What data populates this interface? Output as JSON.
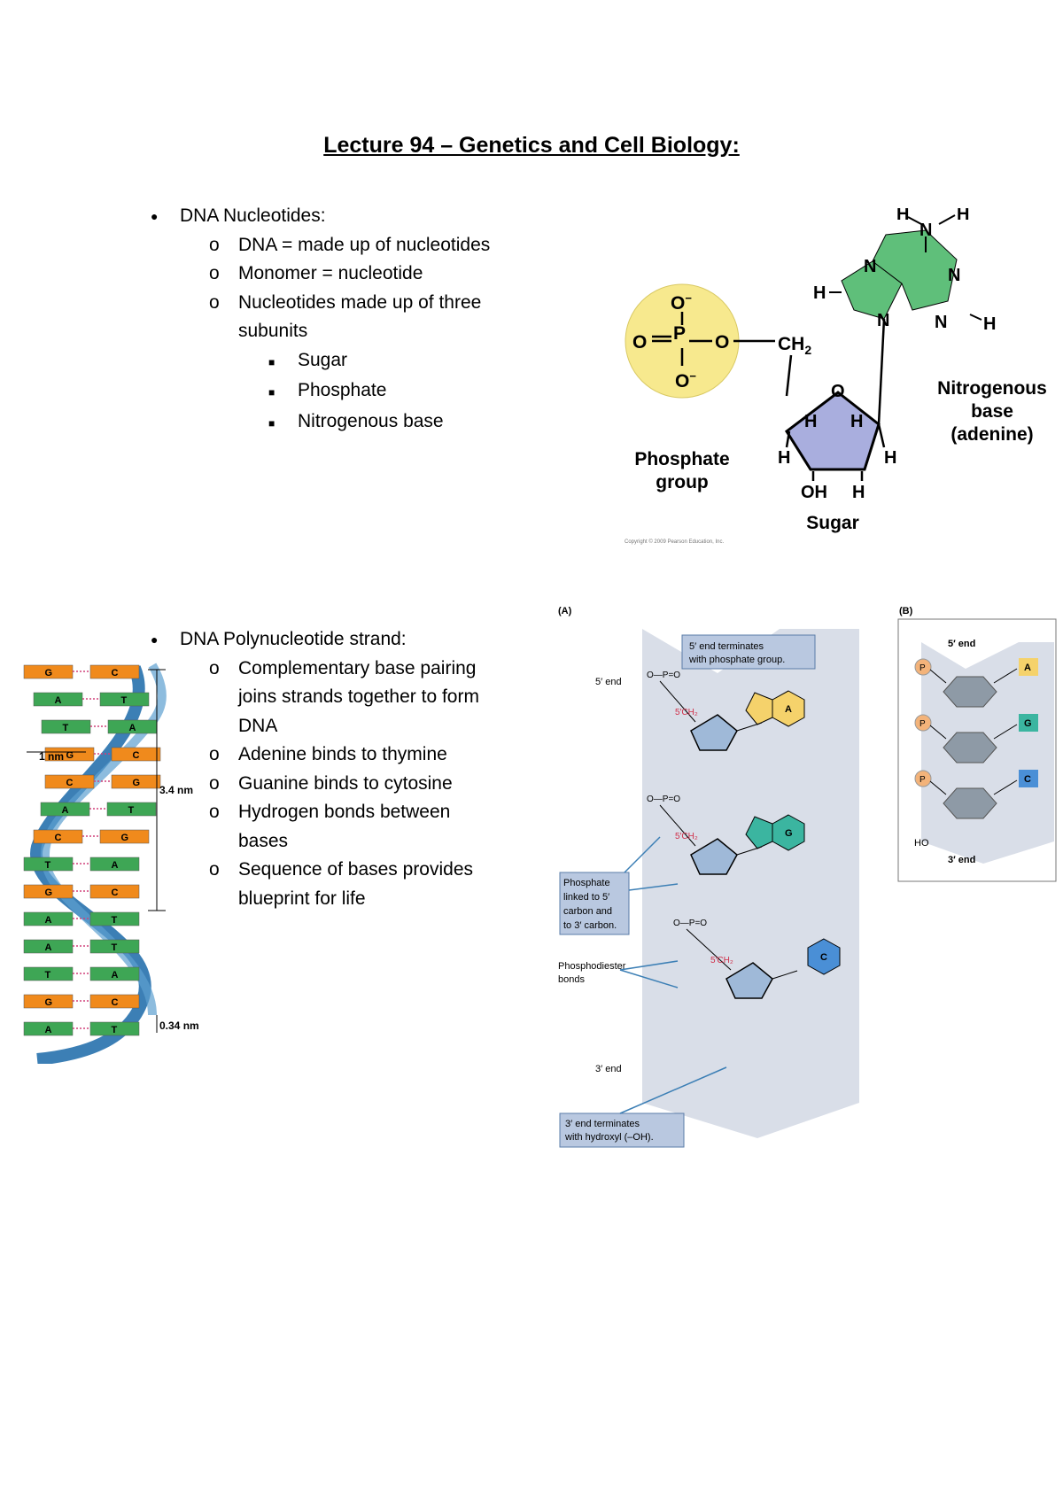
{
  "title": "Lecture 94 – Genetics and Cell Biology:",
  "section1": {
    "heading": "DNA Nucleotides:",
    "items": [
      "DNA = made up of nucleotides",
      "Monomer = nucleotide",
      "Nucleotides made up of three",
      "subunits"
    ],
    "subitems": [
      "Sugar",
      "Phosphate",
      "Nitrogenous base"
    ]
  },
  "section2": {
    "heading": "DNA Polynucleotide strand:",
    "lines": [
      "Complementary base pairing",
      "joins strands together to form",
      "DNA",
      "Adenine binds to thymine",
      "Guanine binds to cytosine",
      "Hydrogen bonds between",
      "bases",
      "Sequence of bases provides",
      "blueprint for life"
    ]
  },
  "nucleotide_figure": {
    "phosphate_label": [
      "Phosphate",
      "group"
    ],
    "sugar_label": "Sugar",
    "base_label": [
      "Nitrogenous",
      "base",
      "(adenine)"
    ],
    "copyright": "Copyright © 2009 Pearson Education, Inc."
  },
  "helix_figure": {
    "width_label": "1 nm",
    "pitch_label": "3.4 nm",
    "rise_label": "0.34 nm",
    "pairs": [
      [
        "G",
        "C"
      ],
      [
        "A",
        "T"
      ],
      [
        "T",
        "A"
      ],
      [
        "G",
        "C"
      ],
      [
        "C",
        "G"
      ],
      [
        "A",
        "T"
      ],
      [
        "C",
        "G"
      ],
      [
        "T",
        "A"
      ],
      [
        "G",
        "C"
      ],
      [
        "A",
        "T"
      ],
      [
        "A",
        "T"
      ],
      [
        "T",
        "A"
      ],
      [
        "G",
        "C"
      ],
      [
        "A",
        "T"
      ]
    ]
  },
  "strand_figure": {
    "panel_a": "(A)",
    "panel_b": "(B)",
    "five_end": "5′ end",
    "three_end": "3′ end",
    "callout_top": [
      "5′ end terminates",
      "with phosphate group."
    ],
    "callout_mid": [
      "Phosphate",
      "linked to 5′",
      "carbon and",
      "to 3′ carbon."
    ],
    "callout_bonds": [
      "Phosphodiester",
      "bonds"
    ],
    "callout_bottom": [
      "3′ end terminates",
      "with hydroxyl (–OH)."
    ],
    "bases": [
      "A",
      "G",
      "C"
    ],
    "b_five_end": "5′ end",
    "b_three_end": "3′ end",
    "b_ho": "HO",
    "b_p": "P"
  },
  "colors": {
    "phosphate": "#f7e98e",
    "sugar": "#a9aede",
    "adenine": "#5fbf7a",
    "panel_bg": "#d9dee8",
    "callout": "#b9c8e0",
    "strand_blue": "#3c7fb5",
    "pair_orange": "#f08a1c",
    "pair_green": "#3ea655"
  }
}
